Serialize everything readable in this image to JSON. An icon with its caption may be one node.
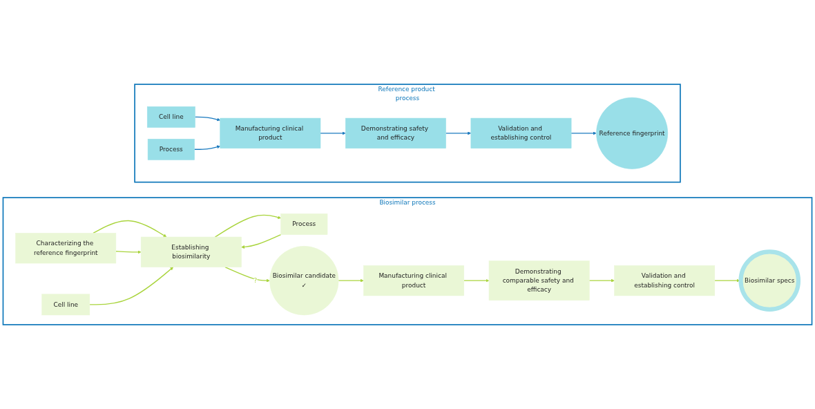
{
  "diagram": {
    "nodes": [
      {
        "text": [
          "Reference product process"
        ]
      },
      {
        "text": [
          "Cell line"
        ],
        "in": 0
      },
      {
        "text": [
          "Process"
        ],
        "in": 0
      },
      {
        "text": [
          "Manufacturing clinical product"
        ],
        "in": 0
      },
      {
        "text": [
          "Demonstrating safety and efficacy"
        ],
        "in": 0
      },
      {
        "text": [
          "Validation and establishing control"
        ],
        "in": 0
      },
      {
        "text": [
          "Reference fingerprint"
        ],
        "in": 0
      },
      {
        "text": [
          "Biosimilar process"
        ]
      },
      {
        "text": [
          "Characterizing the reference fingerprint"
        ],
        "in": 7
      },
      {
        "text": [
          "Cell line"
        ],
        "in": 7
      },
      {
        "text": [
          "Process"
        ],
        "in": 7
      },
      {
        "text": [
          "Establishing biosimilarity"
        ],
        "in": 7
      },
      {
        "text": [
          "Biosimilar candidate",
          "✓"
        ],
        "in": 7
      },
      {
        "text": [
          "Manufacturing clinical product"
        ],
        "in": 7
      },
      {
        "text": [
          "Demonstrating comparable safety and efficacy"
        ],
        "in": 7
      },
      {
        "text": [
          "Validation and establishing control"
        ],
        "in": 7
      },
      {
        "text": [
          "Biosimilar specs"
        ],
        "in": 7
      }
    ],
    "edges": [
      {
        "from": 1,
        "to": 3,
        "arrow": "to",
        "color": "#1a7abf"
      },
      {
        "from": 2,
        "to": 3,
        "arrow": "to",
        "color": "#1a7abf"
      },
      {
        "from": 3,
        "to": 4,
        "arrow": "to",
        "color": "#1a7abf"
      },
      {
        "from": 4,
        "to": 5,
        "arrow": "to",
        "color": "#1a7abf"
      },
      {
        "from": 5,
        "to": 6,
        "arrow": "to",
        "color": "#1a7abf"
      },
      {
        "from": 8,
        "to": 11,
        "arrow": "to"
      },
      {
        "from": 8,
        "to": 11,
        "arrow": "to"
      },
      {
        "from": 9,
        "to": 11,
        "arrow": "to"
      },
      {
        "from": 10,
        "to": 11,
        "arrow": "to"
      },
      {
        "from": 11,
        "to": 10,
        "arrow": "to"
      },
      {
        "from": 11,
        "to": 12,
        "label": "?",
        "arrow": "to"
      },
      {
        "from": 12,
        "to": 13,
        "arrow": "to"
      },
      {
        "from": 13,
        "to": 14,
        "arrow": "to"
      },
      {
        "from": 14,
        "to": 15,
        "arrow": "to"
      },
      {
        "from": 15,
        "to": 16,
        "arrow": "to"
      }
    ]
  }
}
